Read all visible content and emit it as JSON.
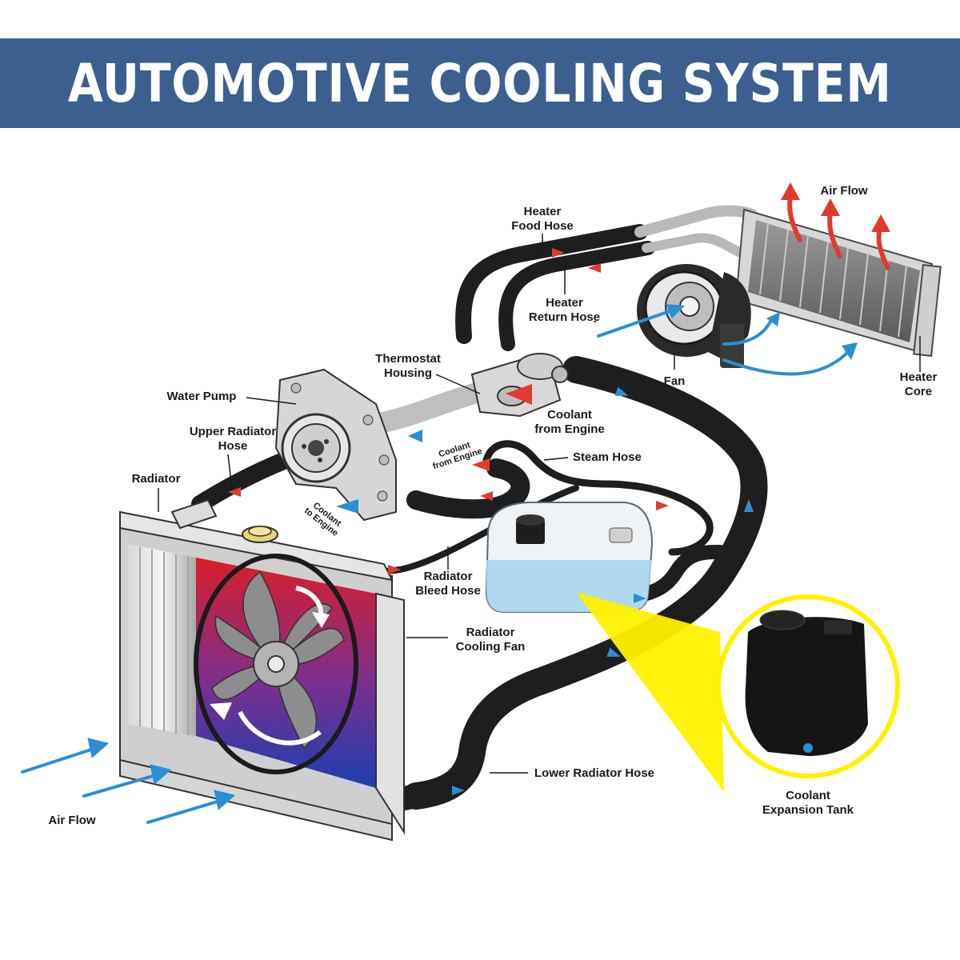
{
  "title": "AUTOMOTIVE COOLING SYSTEM",
  "colors": {
    "banner": "#3c5f8f",
    "hot_flow": "#e23a2e",
    "cool_flow": "#2a8fd4",
    "tank_fluid": "#a9d6ef",
    "highlight": "#fff200"
  },
  "labels": {
    "heater_food_hose": [
      "Heater",
      "Food Hose"
    ],
    "heater_return_hose": [
      "Heater",
      "Return Hose"
    ],
    "air_flow_top": "Air Flow",
    "thermostat_housing": [
      "Thermostat",
      "Housing"
    ],
    "fan": "Fan",
    "heater_core": [
      "Heater",
      "Core"
    ],
    "water_pump": "Water Pump",
    "upper_radiator_hose": [
      "Upper Radiator",
      "Hose"
    ],
    "coolant_from_engine": [
      "Coolant",
      "from Engine"
    ],
    "coolant_from_engine_small": [
      "Coolant",
      "from Engine"
    ],
    "steam_hose": "Steam Hose",
    "radiator": "Radiator",
    "coolant_to_engine": [
      "Coolant",
      "to Engine"
    ],
    "radiator_bleed_hose": [
      "Radiator",
      "Bleed Hose"
    ],
    "radiator_cooling_fan": [
      "Radiator",
      "Cooling Fan"
    ],
    "lower_radiator_hose": "Lower Radiator Hose",
    "air_flow_bottom": "Air Flow",
    "coolant_expansion_tank": [
      "Coolant",
      "Expansion Tank"
    ]
  }
}
